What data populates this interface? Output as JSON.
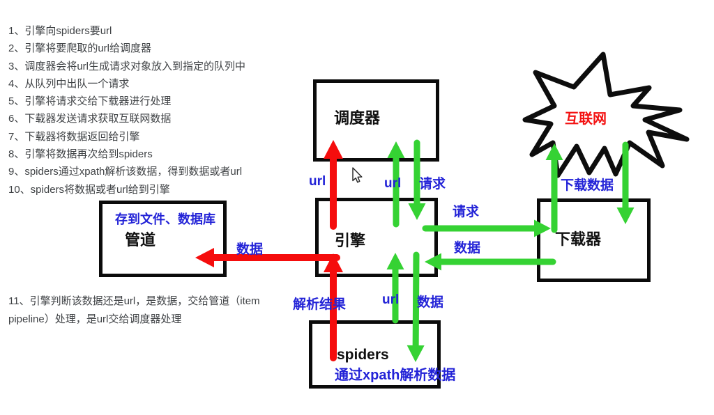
{
  "steps": {
    "items": [
      "1、引擎向spiders要url",
      "2、引擎将要爬取的url给调度器",
      "3、调度器会将url生成请求对象放入到指定的队列中",
      "4、从队列中出队一个请求",
      "5、引擎将请求交给下载器进行处理",
      "6、下载器发送请求获取互联网数据",
      "7、下载器将数据返回给引擎",
      "8、引擎将数据再次给到spiders",
      "9、spiders通过xpath解析该数据，得到数据或者url",
      "10、spiders将数据或者url给到引擎"
    ],
    "note": "11、引擎判断该数据还是url，是数据，交给管道（item pipeline）处理，是url交给调度器处理"
  },
  "nodes": {
    "scheduler": {
      "label": "调度器"
    },
    "engine": {
      "label": "引擎"
    },
    "spiders": {
      "label": "spiders",
      "sublabel": "通过xpath解析数据"
    },
    "pipeline": {
      "label": "管道",
      "sublabel": "存到文件、数据库"
    },
    "downloader": {
      "label": "下载器"
    },
    "internet": {
      "label": "互联网"
    }
  },
  "edges": {
    "engine_scheduler_red": {
      "label": "url"
    },
    "engine_scheduler_green": {
      "label": "url"
    },
    "scheduler_engine": {
      "label": "请求"
    },
    "engine_downloader": {
      "label": "请求"
    },
    "downloader_engine": {
      "label": "数据"
    },
    "engine_pipeline": {
      "label": "数据"
    },
    "spiders_engine_red": {
      "label": "解析结果"
    },
    "spiders_engine_green": {
      "label": "url"
    },
    "engine_spiders": {
      "label": "数据"
    },
    "downloader_internet": {
      "label": "下载数据"
    }
  },
  "colors": {
    "arrow_red": "#f50d0d",
    "arrow_green": "#35d233",
    "label_blue": "#2323d7",
    "internet_text_red": "#f31111",
    "box_border": "#0b0b0b",
    "list_text": "#3f4245"
  }
}
